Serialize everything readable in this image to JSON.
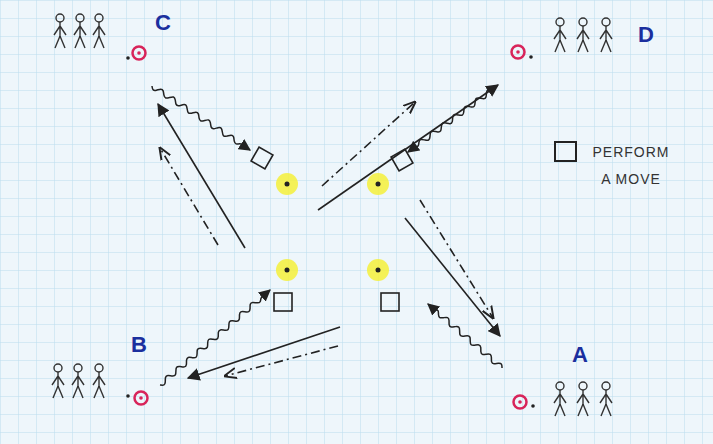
{
  "diagram": {
    "labels": [
      "C",
      "D",
      "B",
      "A"
    ],
    "legend": [
      {
        "text": "PERFORM A MOVE"
      }
    ]
  }
}
